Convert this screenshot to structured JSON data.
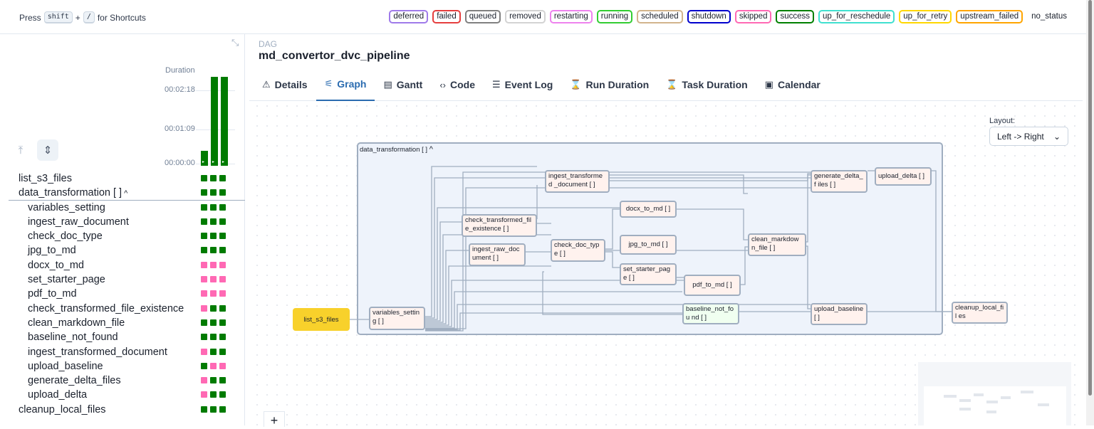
{
  "shortcuts": {
    "press": "Press",
    "key1": "shift",
    "plus": "+",
    "key2": "/",
    "for": "for Shortcuts"
  },
  "legend": [
    {
      "label": "deferred",
      "color": "#9f7aea"
    },
    {
      "label": "failed",
      "color": "#e53e3e"
    },
    {
      "label": "queued",
      "color": "#808080"
    },
    {
      "label": "removed",
      "color": "#d3d3d3"
    },
    {
      "label": "restarting",
      "color": "#ee82ee"
    },
    {
      "label": "running",
      "color": "#32cd32"
    },
    {
      "label": "scheduled",
      "color": "#d2b48c"
    },
    {
      "label": "shutdown",
      "color": "#0000cd"
    },
    {
      "label": "skipped",
      "color": "#ff69b4"
    },
    {
      "label": "success",
      "color": "#008000"
    },
    {
      "label": "up_for_reschedule",
      "color": "#40e0d0"
    },
    {
      "label": "up_for_retry",
      "color": "#ffd700"
    },
    {
      "label": "upstream_failed",
      "color": "#ffa500"
    },
    {
      "label": "no_status",
      "color": ""
    }
  ],
  "grid": {
    "duration_label": "Duration",
    "ticks": [
      "00:02:18",
      "00:01:09",
      "00:00:00"
    ],
    "runs": [
      {
        "duration_fraction": 0.16
      },
      {
        "duration_fraction": 0.95
      },
      {
        "duration_fraction": 0.95
      }
    ],
    "tasks": [
      {
        "name": "list_s3_files",
        "level": 0,
        "states": [
          "success",
          "success",
          "success"
        ]
      },
      {
        "name": "data_transformation [ ]",
        "level": 0,
        "group": true,
        "expanded": true,
        "states": [
          "success",
          "success",
          "success"
        ]
      },
      {
        "name": "variables_setting",
        "level": 1,
        "states": [
          "success",
          "success",
          "success"
        ]
      },
      {
        "name": "ingest_raw_document",
        "level": 1,
        "states": [
          "success",
          "success",
          "success"
        ]
      },
      {
        "name": "check_doc_type",
        "level": 1,
        "states": [
          "success",
          "success",
          "success"
        ]
      },
      {
        "name": "jpg_to_md",
        "level": 1,
        "states": [
          "success",
          "success",
          "success"
        ]
      },
      {
        "name": "docx_to_md",
        "level": 1,
        "states": [
          "skipped",
          "skipped",
          "skipped"
        ]
      },
      {
        "name": "set_starter_page",
        "level": 1,
        "states": [
          "skipped",
          "skipped",
          "skipped"
        ]
      },
      {
        "name": "pdf_to_md",
        "level": 1,
        "states": [
          "skipped",
          "skipped",
          "skipped"
        ]
      },
      {
        "name": "check_transformed_file_existence",
        "level": 1,
        "states": [
          "skipped",
          "success",
          "success"
        ]
      },
      {
        "name": "clean_markdown_file",
        "level": 1,
        "states": [
          "success",
          "success",
          "success"
        ]
      },
      {
        "name": "baseline_not_found",
        "level": 1,
        "states": [
          "success",
          "success",
          "success"
        ]
      },
      {
        "name": "ingest_transformed_document",
        "level": 1,
        "states": [
          "skipped",
          "success",
          "success"
        ]
      },
      {
        "name": "upload_baseline",
        "level": 1,
        "states": [
          "success",
          "skipped",
          "skipped"
        ]
      },
      {
        "name": "generate_delta_files",
        "level": 1,
        "states": [
          "skipped",
          "success",
          "success"
        ]
      },
      {
        "name": "upload_delta",
        "level": 1,
        "states": [
          "skipped",
          "success",
          "success"
        ]
      },
      {
        "name": "cleanup_local_files",
        "level": 0,
        "states": [
          "success",
          "success",
          "success"
        ]
      }
    ]
  },
  "colors": {
    "success": "#007b00",
    "skipped": "#ff69b4",
    "accent": "#2b6cb0",
    "root_node": "#f8d12b"
  },
  "dag": {
    "kicker": "DAG",
    "title": "md_convertor_dvc_pipeline"
  },
  "tabs": [
    {
      "label": "Details",
      "icon": "warning-triangle-icon",
      "glyph": "⚠",
      "active": false
    },
    {
      "label": "Graph",
      "icon": "graph-icon",
      "glyph": "⚟",
      "active": true
    },
    {
      "label": "Gantt",
      "icon": "gantt-icon",
      "glyph": "▤",
      "active": false
    },
    {
      "label": "Code",
      "icon": "code-icon",
      "glyph": "‹›",
      "active": false
    },
    {
      "label": "Event Log",
      "icon": "event-log-icon",
      "glyph": "☰",
      "active": false
    },
    {
      "label": "Run Duration",
      "icon": "hourglass-icon",
      "glyph": "⌛",
      "active": false
    },
    {
      "label": "Task Duration",
      "icon": "hourglass-icon",
      "glyph": "⌛",
      "active": false
    },
    {
      "label": "Calendar",
      "icon": "calendar-icon",
      "glyph": "▣",
      "active": false
    }
  ],
  "graph": {
    "layout_label": "Layout:",
    "layout_value": "Left -> Right",
    "group_label": "data_transformation [ ]",
    "zoom_in": "+",
    "nodes": {
      "list_s3_files": "list_s3_files",
      "variables_setting": "variables_setting [ ]",
      "ingest_raw_document": "ingest_raw_doc ument [ ]",
      "check_transformed": "check_transformed_fil e_existence [ ]",
      "ingest_transformed": "ingest_transformed _document [ ]",
      "check_doc_type": "check_doc_type [ ]",
      "docx_to_md": "docx_to_md [ ]",
      "jpg_to_md": "jpg_to_md [ ]",
      "set_starter_page": "set_starter_page [ ]",
      "pdf_to_md": "pdf_to_md [ ]",
      "baseline_not_found": "baseline_not_fou nd [ ]",
      "clean_markdown": "clean_markdow n_file [ ]",
      "generate_delta": "generate_delta_f iles [ ]",
      "upload_delta": "upload_delta [ ]",
      "upload_baseline": "upload_baseline [ ]",
      "cleanup": "cleanup_local_fil es"
    }
  }
}
